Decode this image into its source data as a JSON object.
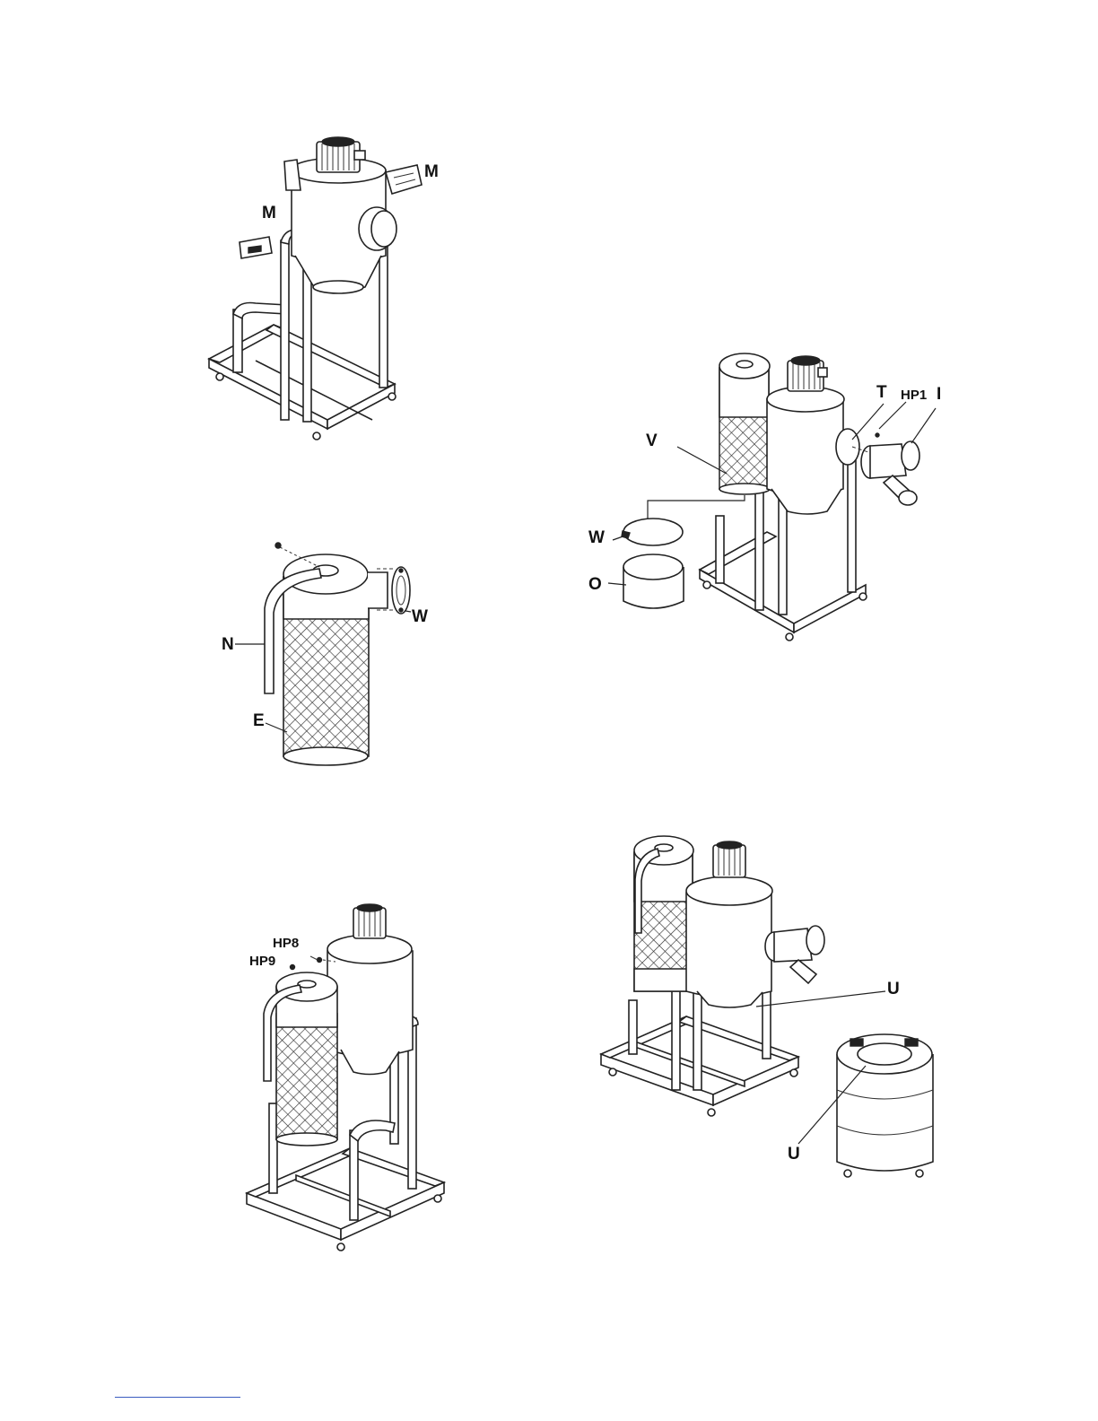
{
  "figures": {
    "fig1": {
      "labels": {
        "m_right": "M",
        "m_left": "M"
      }
    },
    "fig2": {
      "labels": {
        "t": "T",
        "hp1": "HP1",
        "i": "I",
        "v": "V",
        "w": "W",
        "o": "O"
      }
    },
    "fig3": {
      "labels": {
        "n": "N",
        "w": "W",
        "e": "E"
      }
    },
    "fig4": {
      "labels": {
        "hp8": "HP8",
        "hp9": "HP9"
      }
    },
    "fig5": {
      "labels": {
        "u_top": "U",
        "u_bottom": "U"
      }
    }
  },
  "colors": {
    "line": "#222222",
    "footer_rule": "#3a5bbf"
  }
}
